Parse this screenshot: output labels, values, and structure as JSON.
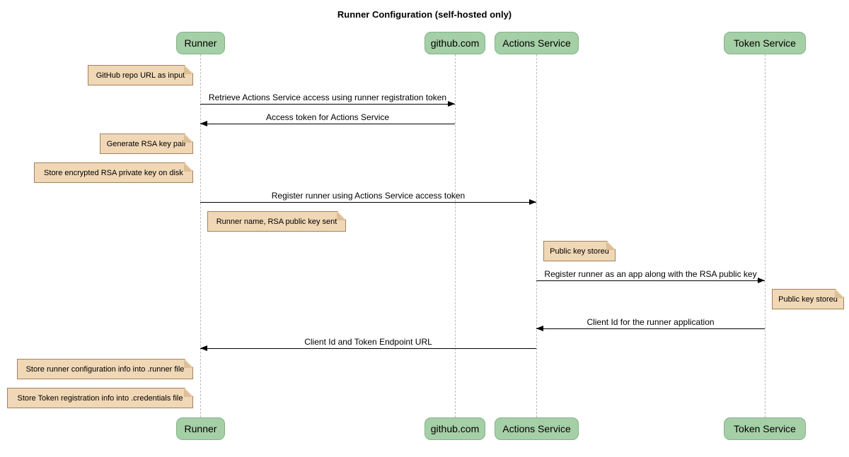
{
  "title": "Runner Configuration (self-hosted only)",
  "participants": [
    {
      "label": "Runner"
    },
    {
      "label": "github.com"
    },
    {
      "label": "Actions Service"
    },
    {
      "label": "Token Service"
    }
  ],
  "messages": [
    {
      "from": "Runner",
      "to": "github.com",
      "direction": "right",
      "label": "Retrieve Actions Service access using runner registration token"
    },
    {
      "from": "github.com",
      "to": "Runner",
      "direction": "left",
      "label": "Access token for Actions Service"
    },
    {
      "from": "Runner",
      "to": "Actions Service",
      "direction": "right",
      "label": "Register runner using Actions Service access token"
    },
    {
      "from": "Actions Service",
      "to": "Token Service",
      "direction": "right",
      "label": "Register runner as an app along with the RSA public key"
    },
    {
      "from": "Token Service",
      "to": "Actions Service",
      "direction": "left",
      "label": "Client Id for the runner application"
    },
    {
      "from": "Actions Service",
      "to": "Runner",
      "direction": "left",
      "label": "Client Id and Token Endpoint URL"
    }
  ],
  "notes": [
    {
      "anchor": "Runner",
      "position": "left of",
      "label": "GitHub repo URL as input"
    },
    {
      "anchor": "Runner",
      "position": "left of",
      "label": "Generate RSA key pair"
    },
    {
      "anchor": "Runner",
      "position": "left of",
      "label": "Store encrypted RSA private key on disk"
    },
    {
      "anchor": "Runner",
      "position": "right of",
      "label": "Runner name, RSA public key sent"
    },
    {
      "anchor": "Actions Service",
      "position": "right of",
      "label": "Public key stored"
    },
    {
      "anchor": "Token Service",
      "position": "right of",
      "label": "Public key stored"
    },
    {
      "anchor": "Runner",
      "position": "left of",
      "label": "Store runner configuration info into .runner file"
    },
    {
      "anchor": "Runner",
      "position": "left of",
      "label": "Store Token registration info into .credentials file"
    }
  ],
  "colors": {
    "background": "#FFFFFF",
    "participant_fill": "#A5CFA6",
    "participant_border": "#84B287",
    "note_fill": "#F0D7B5",
    "note_border": "#A6815B",
    "note_fold": "#DCBE97",
    "lifeline": "#BBBBBB",
    "message_line": "#000000"
  }
}
